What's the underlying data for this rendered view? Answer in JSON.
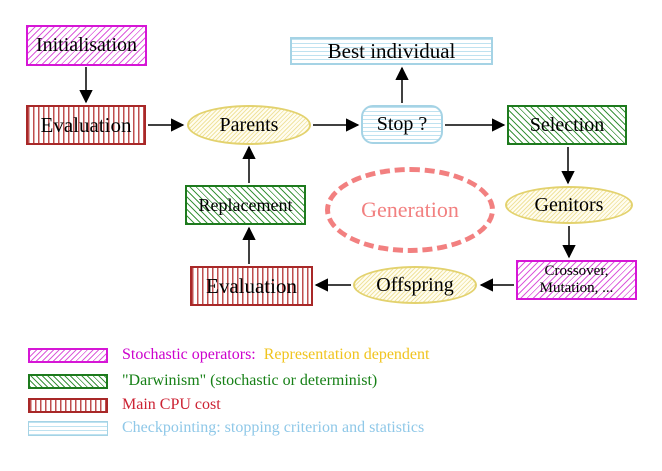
{
  "nodes": {
    "initialisation": "Initialisation",
    "evaluation_top": "Evaluation",
    "parents": "Parents",
    "best_individual": "Best individual",
    "stop": "Stop ?",
    "selection": "Selection",
    "replacement": "Replacement",
    "generation": "Generation",
    "genitors": "Genitors",
    "evaluation_bottom": "Evaluation",
    "crossover_line1": "Crossover,",
    "crossover_line2": "Mutation, ...",
    "offspring": "Offspring"
  },
  "edges": [
    {
      "from": "initialisation",
      "to": "evaluation_top"
    },
    {
      "from": "evaluation_top",
      "to": "parents"
    },
    {
      "from": "parents",
      "to": "stop"
    },
    {
      "from": "stop",
      "to": "best_individual"
    },
    {
      "from": "stop",
      "to": "selection"
    },
    {
      "from": "selection",
      "to": "genitors"
    },
    {
      "from": "genitors",
      "to": "crossover"
    },
    {
      "from": "crossover",
      "to": "offspring"
    },
    {
      "from": "offspring",
      "to": "evaluation_bottom"
    },
    {
      "from": "evaluation_bottom",
      "to": "replacement"
    },
    {
      "from": "replacement",
      "to": "parents"
    }
  ],
  "legend": {
    "stochastic": {
      "label": "Stochastic operators:",
      "suffix": "Representation dependent"
    },
    "darwinism": {
      "label": "\"Darwinism\" (stochastic or determinist)"
    },
    "cpu": {
      "label": "Main CPU cost"
    },
    "checkpointing": {
      "label": "Checkpointing: stopping criterion and statistics"
    }
  },
  "colors": {
    "magenta": "#cc00cc",
    "green": "#1d7a1d",
    "red": "#b22222",
    "cyan_light": "#a5d3e5",
    "yellow_gold": "#f0c41e",
    "yellow_pale_border": "#e3d26e",
    "salmon": "#f28080",
    "arrow": "#000000",
    "node_text": "#000000",
    "background": "#ffffff"
  }
}
